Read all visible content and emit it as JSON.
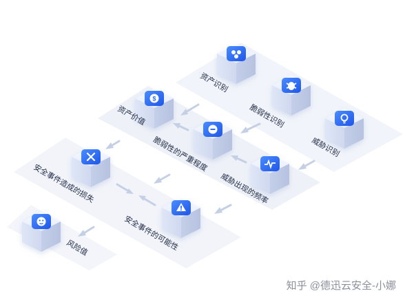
{
  "nodes": {
    "asset_identify": {
      "label": "资产识别",
      "icon": "asset-cluster-icon"
    },
    "vuln_identify": {
      "label": "脆弱性识别",
      "icon": "bug-icon"
    },
    "threat_identify": {
      "label": "威胁识别",
      "icon": "lightbulb-icon"
    },
    "asset_value": {
      "label": "资产价值",
      "icon": "dollar-icon"
    },
    "vuln_severity": {
      "label": "脆弱性的严重程度",
      "icon": "minus-icon"
    },
    "threat_frequency": {
      "label": "威胁出现的频率",
      "icon": "pulse-icon"
    },
    "incident_loss": {
      "label": "安全事件造成的损失",
      "icon": "close-x-icon"
    },
    "incident_probability": {
      "label": "安全事件的可能性",
      "icon": "warning-icon"
    },
    "risk_value": {
      "label": "风险值",
      "icon": "face-icon"
    }
  },
  "colors": {
    "accent": "#2f6df6",
    "platform": "#eef1f8",
    "box": "#e4e9f7",
    "arrow": "#c6d0e4"
  },
  "watermark": "知乎 @德迅云安全-小娜"
}
